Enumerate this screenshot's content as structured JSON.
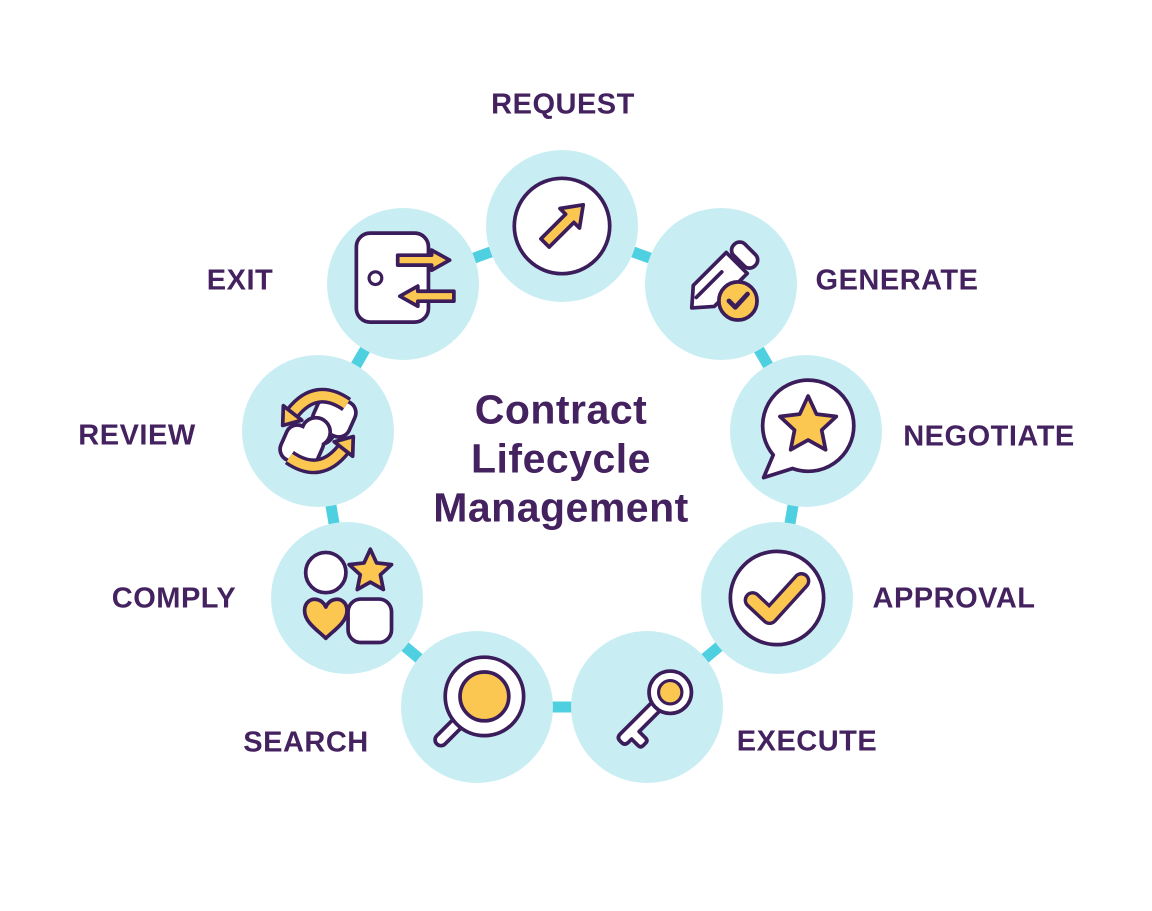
{
  "title": {
    "line1": "Contract",
    "line2": "Lifecycle",
    "line3": "Management"
  },
  "stages": [
    {
      "label": "REQUEST",
      "icon": "arrow-up-right-icon"
    },
    {
      "label": "GENERATE",
      "icon": "pencil-check-icon"
    },
    {
      "label": "NEGOTIATE",
      "icon": "speech-bubble-star-icon"
    },
    {
      "label": "APPROVAL",
      "icon": "checkmark-circle-icon"
    },
    {
      "label": "EXECUTE",
      "icon": "key-icon"
    },
    {
      "label": "SEARCH",
      "icon": "magnifier-icon"
    },
    {
      "label": "COMPLY",
      "icon": "shapes-grid-icon"
    },
    {
      "label": "REVIEW",
      "icon": "swap-arrows-icon"
    },
    {
      "label": "EXIT",
      "icon": "door-arrows-icon"
    }
  ],
  "colors": {
    "circle-fill": "#c8eef3",
    "connector": "#4fd0e0",
    "outline-purple": "#3b1d5b",
    "text-purple": "#44215f",
    "accent-yellow": "#fbc751",
    "icon-bg": "#ffffff",
    "background": "#ffffff"
  }
}
